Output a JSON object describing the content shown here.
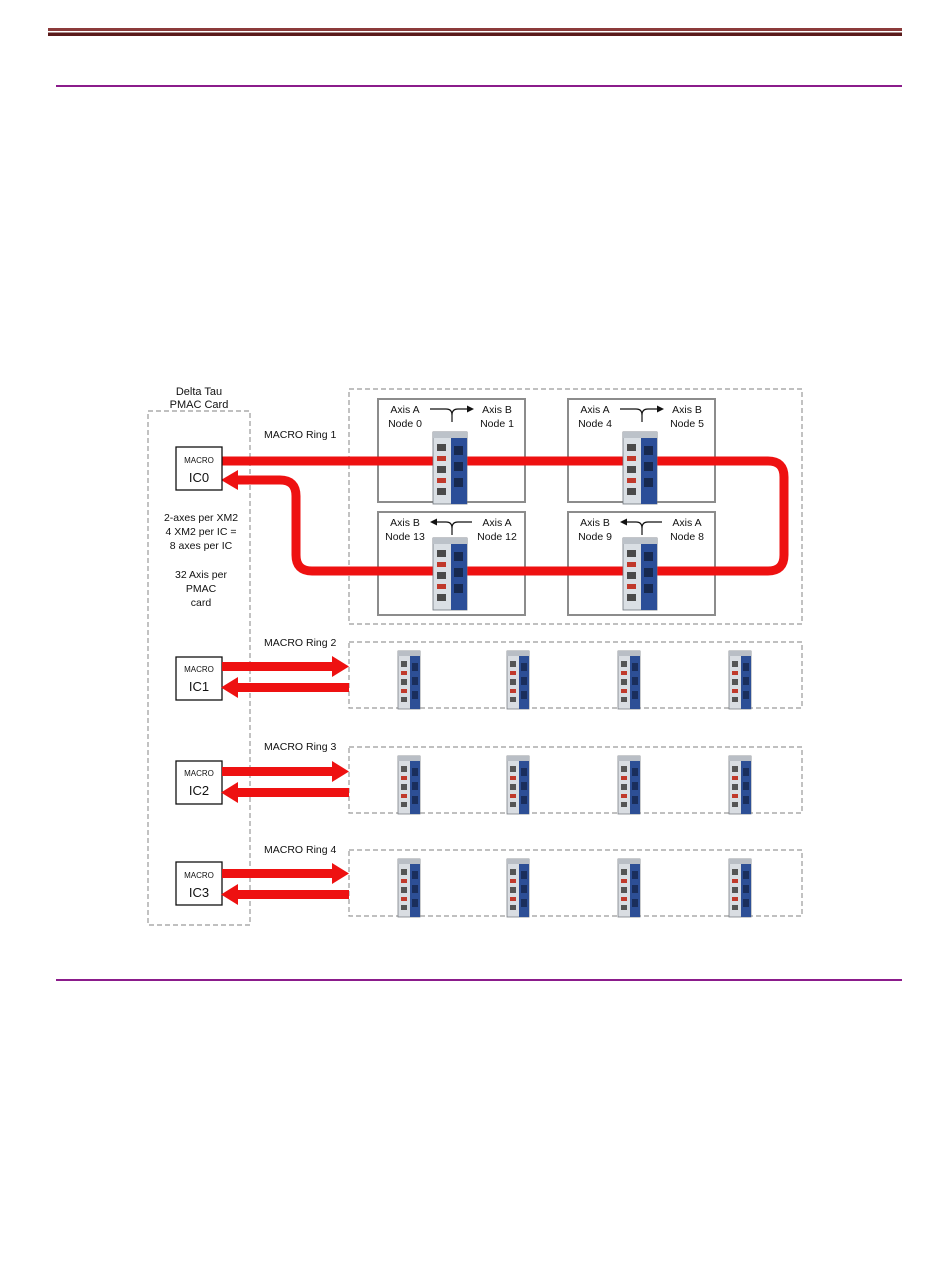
{
  "colors": {
    "link": "#ee1111",
    "frame": "#8c8c8c",
    "dashed": "#9a9a9a",
    "rule": "#8b1c8b",
    "topRule": "#6a2020"
  },
  "pmac": {
    "title_line1": "Delta Tau",
    "title_line2": "PMAC Card",
    "info_line1": "2-axes per XM2",
    "info_line2": "4 XM2 per IC =",
    "info_line3": "8 axes per IC",
    "info_line4": "32 Axis per",
    "info_line5": "PMAC",
    "info_line6": "card"
  },
  "ics": [
    {
      "small": "MACRO",
      "big": "IC0"
    },
    {
      "small": "MACRO",
      "big": "IC1"
    },
    {
      "small": "MACRO",
      "big": "IC2"
    },
    {
      "small": "MACRO",
      "big": "IC3"
    }
  ],
  "rings": [
    "MACRO Ring 1",
    "MACRO Ring 2",
    "MACRO Ring 3",
    "MACRO Ring 4"
  ],
  "ring1_drives": [
    {
      "left_axis": "Axis A",
      "left_node": "Node 0",
      "right_axis": "Axis B",
      "right_node": "Node 1",
      "arrow": "right"
    },
    {
      "left_axis": "Axis A",
      "left_node": "Node 4",
      "right_axis": "Axis B",
      "right_node": "Node 5",
      "arrow": "right"
    },
    {
      "left_axis": "Axis B",
      "left_node": "Node 13",
      "right_axis": "Axis A",
      "right_node": "Node 12",
      "arrow": "left"
    },
    {
      "left_axis": "Axis B",
      "left_node": "Node 9",
      "right_axis": "Axis A",
      "right_node": "Node 8",
      "arrow": "left"
    }
  ],
  "drives_per_ring": 4
}
